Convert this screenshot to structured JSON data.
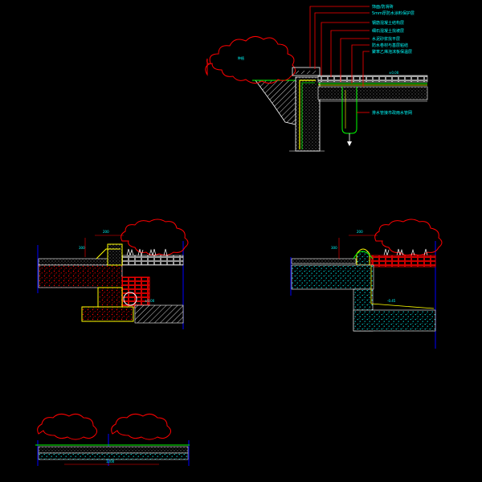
{
  "colors": {
    "background": "#000000",
    "leader": "#ff0000",
    "label": "#00ffff",
    "concrete": "#ff0000",
    "gravel": "#00ffff",
    "yellow_outline": "#ffff00",
    "green_membrane": "#00ff00",
    "hatch": "#ffffff",
    "dim_line": "#0000ff",
    "tile_white": "#ffffff",
    "planting": "#ff0000"
  },
  "icons": [
    "tree-canopy-icon",
    "grass-tuft-icon",
    "drain-arrow-icon",
    "drain-pipe-icon",
    "cut-line-icon"
  ],
  "top_detail": {
    "labels": [
      "饰面/防滑砖",
      "5mm厚防水涂料保护层",
      "钢筋混凝土结构层",
      "细石混凝土找坡层",
      "水泥砂浆找平层",
      "防水卷材与基层粘结",
      "聚苯乙烯泡沫板保温层"
    ],
    "drain_label": "排水管接市政雨水管网",
    "canopy_text": "种植",
    "level_text": "±0.00"
  },
  "mid_left_detail": {
    "dim_top": "200",
    "dim_side": "300",
    "level_text": "±0.00"
  },
  "mid_right_detail": {
    "dim_top": "200",
    "dim_side": "300",
    "level_text": "-0.45"
  },
  "bottom_detail": {
    "dim_text": "1200"
  }
}
